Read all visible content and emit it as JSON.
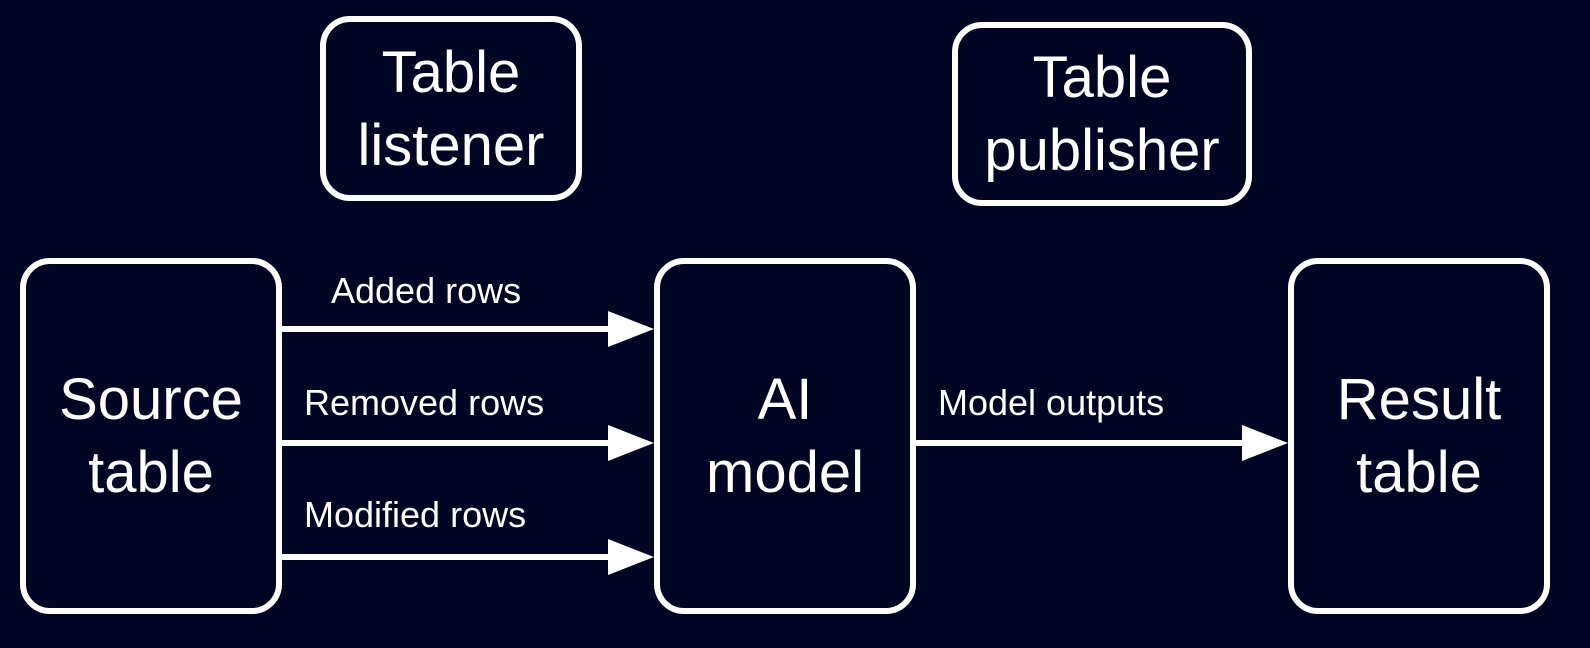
{
  "diagram": {
    "nodes": {
      "table_listener": {
        "lines": [
          "Table",
          "listener"
        ]
      },
      "table_publisher": {
        "lines": [
          "Table",
          "publisher"
        ]
      },
      "source_table": {
        "lines": [
          "Source",
          "table"
        ]
      },
      "ai_model": {
        "lines": [
          "AI",
          "model"
        ]
      },
      "result_table": {
        "lines": [
          "Result",
          "table"
        ]
      }
    },
    "edges": {
      "added_rows": {
        "label": "Added rows",
        "from": "source_table",
        "to": "ai_model"
      },
      "removed_rows": {
        "label": "Removed rows",
        "from": "source_table",
        "to": "ai_model"
      },
      "modified_rows": {
        "label": "Modified rows",
        "from": "source_table",
        "to": "ai_model"
      },
      "model_outputs": {
        "label": "Model outputs",
        "from": "ai_model",
        "to": "result_table"
      }
    },
    "colors": {
      "background": "#020524",
      "stroke": "#ffffff",
      "text": "#ffffff"
    }
  }
}
